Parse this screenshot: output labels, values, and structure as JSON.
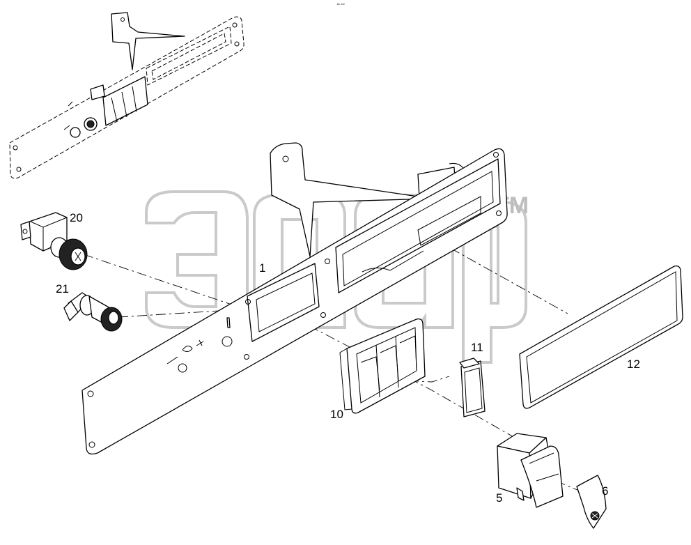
{
  "drawing": {
    "header_mark": "ᵉᵇ ᵒᵒᵒ",
    "watermark_tm": "TM",
    "callouts": [
      {
        "id": "label-1",
        "text": "1"
      },
      {
        "id": "label-20",
        "text": "20"
      },
      {
        "id": "label-21",
        "text": "21"
      },
      {
        "id": "label-11",
        "text": "11"
      },
      {
        "id": "label-12",
        "text": "12"
      },
      {
        "id": "label-10",
        "text": "10"
      },
      {
        "id": "label-5",
        "text": "5"
      },
      {
        "id": "label-6",
        "text": "6"
      }
    ]
  }
}
